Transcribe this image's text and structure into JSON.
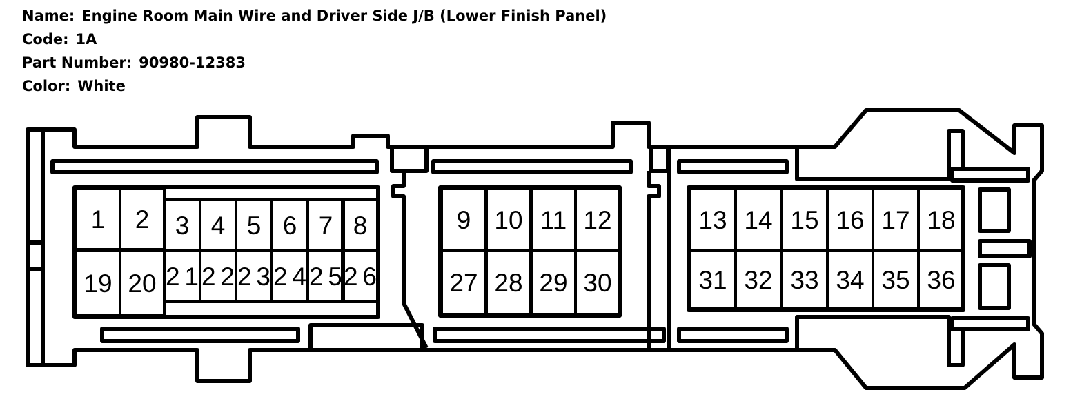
{
  "header": {
    "name_label": "Name:",
    "name_value": "Engine Room Main Wire and Driver Side J/B (Lower Finish Panel)",
    "code_label": "Code:",
    "code_value": "1A",
    "part_label": "Part Number:",
    "part_value": "90980-12383",
    "color_label": "Color:",
    "color_value": "White"
  },
  "connector": {
    "pins": [
      "1",
      "2",
      "3",
      "4",
      "5",
      "6",
      "7",
      "8",
      "9",
      "10",
      "11",
      "12",
      "13",
      "14",
      "15",
      "16",
      "17",
      "18",
      "19",
      "20",
      "21",
      "22",
      "23",
      "24",
      "25",
      "26",
      "27",
      "28",
      "29",
      "30",
      "31",
      "32",
      "33",
      "34",
      "35",
      "36"
    ]
  },
  "colors": {
    "stroke": "#000000",
    "background": "#ffffff"
  }
}
